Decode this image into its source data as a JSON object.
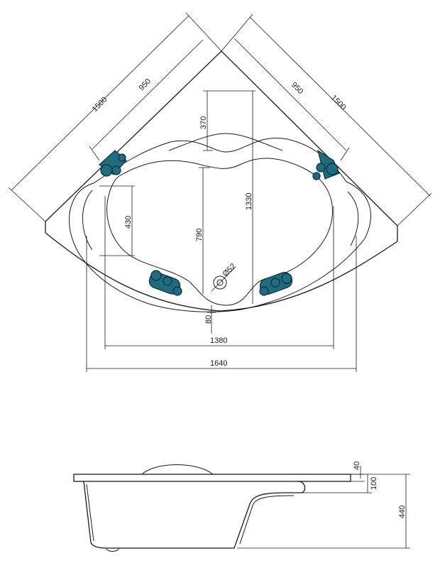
{
  "dimensions": {
    "outer_side_left": "1500",
    "outer_side_right": "1500",
    "inner_side_left": "950",
    "inner_side_right": "950",
    "headrest_depth": "370",
    "internal_length": "1330",
    "seat_width": "430",
    "basin_length": "790",
    "drain_diameter": "Ø52",
    "drain_offset": "80",
    "inner_width": "1380",
    "overall_width": "1640",
    "rim_thickness": "40",
    "rim_height": "100",
    "total_height": "440"
  },
  "colors": {
    "fittings": "#1f6b7f",
    "lines": "#1a1a1a"
  }
}
